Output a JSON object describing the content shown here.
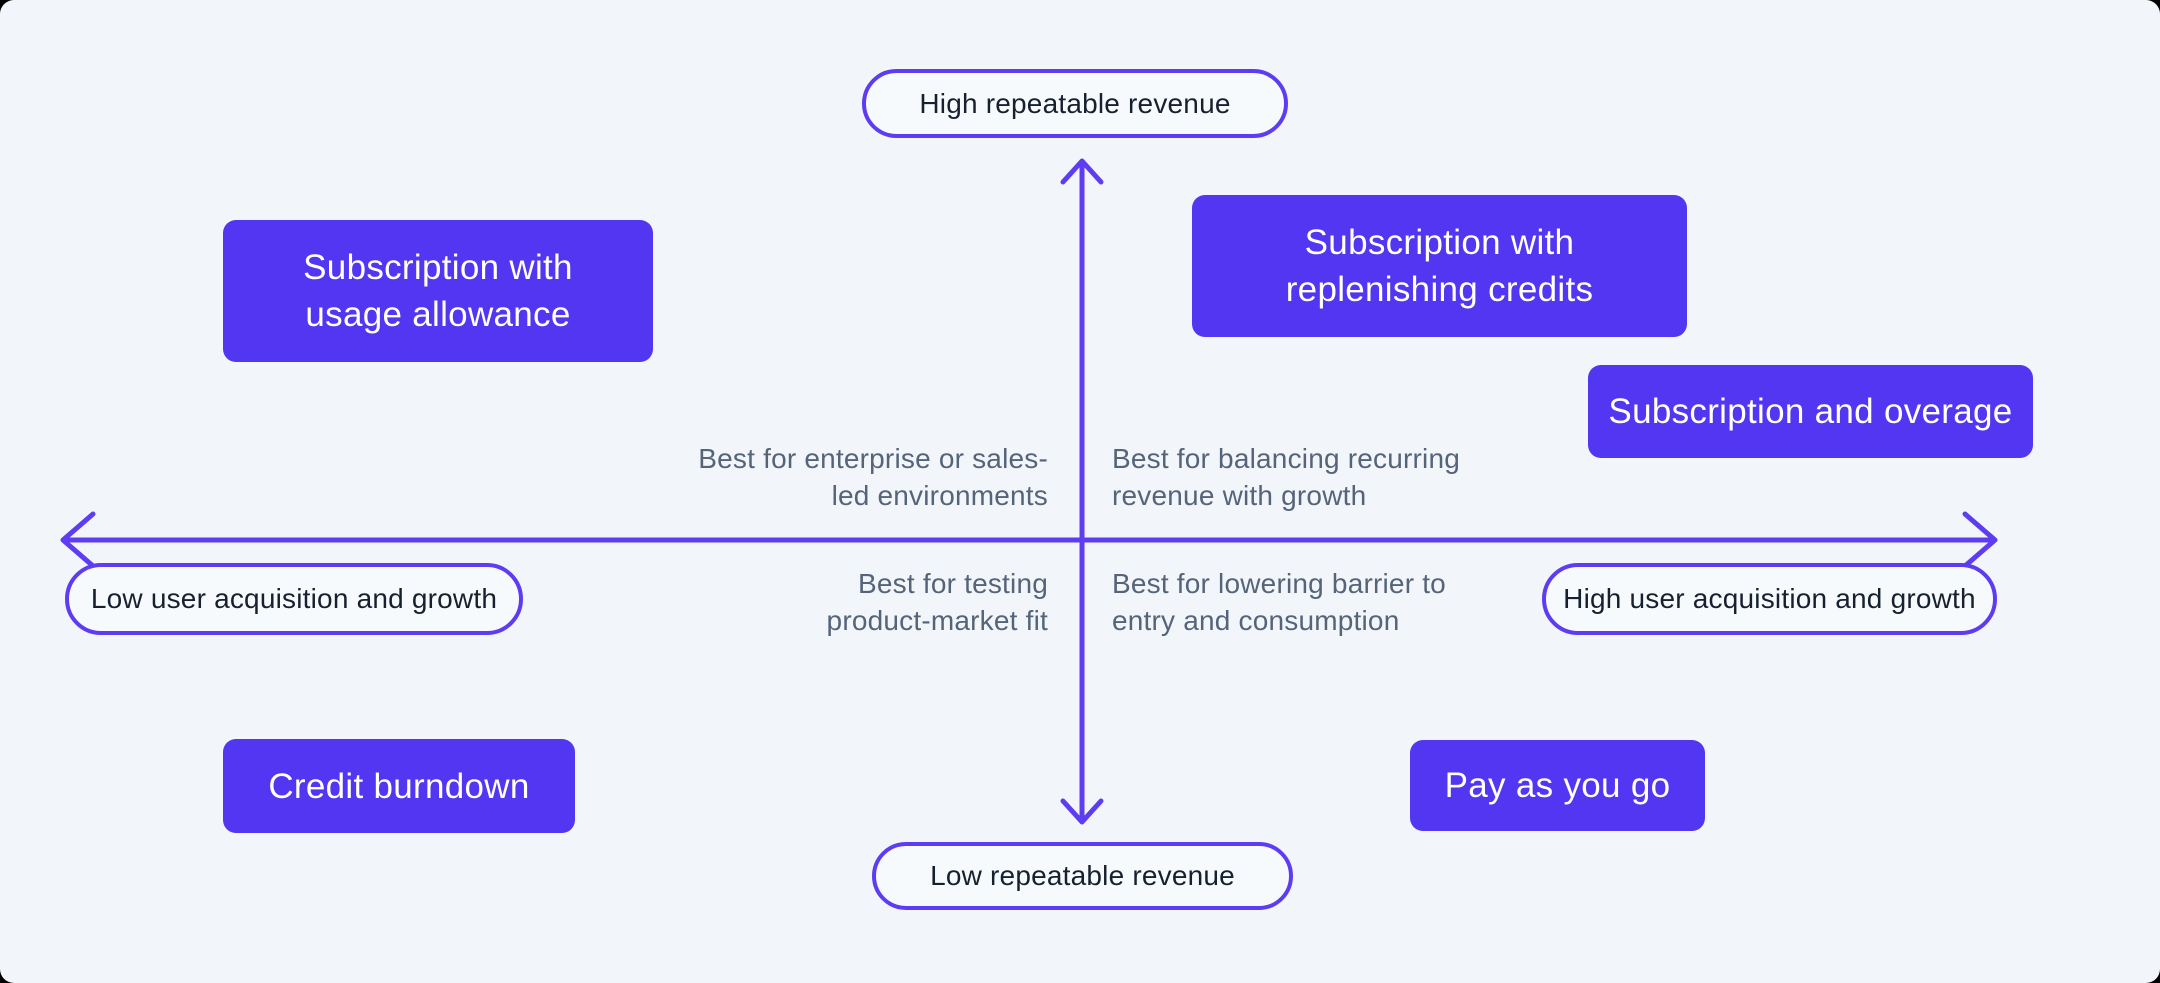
{
  "diagram": {
    "axis_pills": {
      "top": "High repeatable revenue",
      "bottom": "Low repeatable revenue",
      "left": "Low user acquisition and growth",
      "right": "High user acquisition and growth"
    },
    "model_boxes": {
      "subscription_usage_allowance": {
        "lines": [
          "Subscription with",
          "usage allowance"
        ]
      },
      "subscription_replenishing_credits": {
        "lines": [
          "Subscription with",
          "replenishing credits"
        ]
      },
      "subscription_and_overage": {
        "lines": [
          "Subscription and overage"
        ]
      },
      "credit_burndown": {
        "lines": [
          "Credit burndown"
        ]
      },
      "pay_as_you_go": {
        "lines": [
          "Pay as you go"
        ]
      }
    },
    "quadrant_notes": {
      "top_left": {
        "lines": [
          "Best for enterprise or sales-",
          "led environments"
        ]
      },
      "top_right": {
        "lines": [
          "Best for balancing recurring",
          "revenue with growth"
        ]
      },
      "bottom_left": {
        "lines": [
          "Best for testing",
          "product-market fit"
        ]
      },
      "bottom_right": {
        "lines": [
          "Best for lowering barrier to",
          "entry and consumption"
        ]
      }
    },
    "colors": {
      "background": "#F2F6FA",
      "purple_fill": "#5236F2",
      "purple_stroke": "#5D3CF2",
      "pill_fill": "#F7FAFD",
      "pill_text": "#16202F",
      "note_text": "#556479",
      "box_text": "#FFFFFF"
    }
  }
}
